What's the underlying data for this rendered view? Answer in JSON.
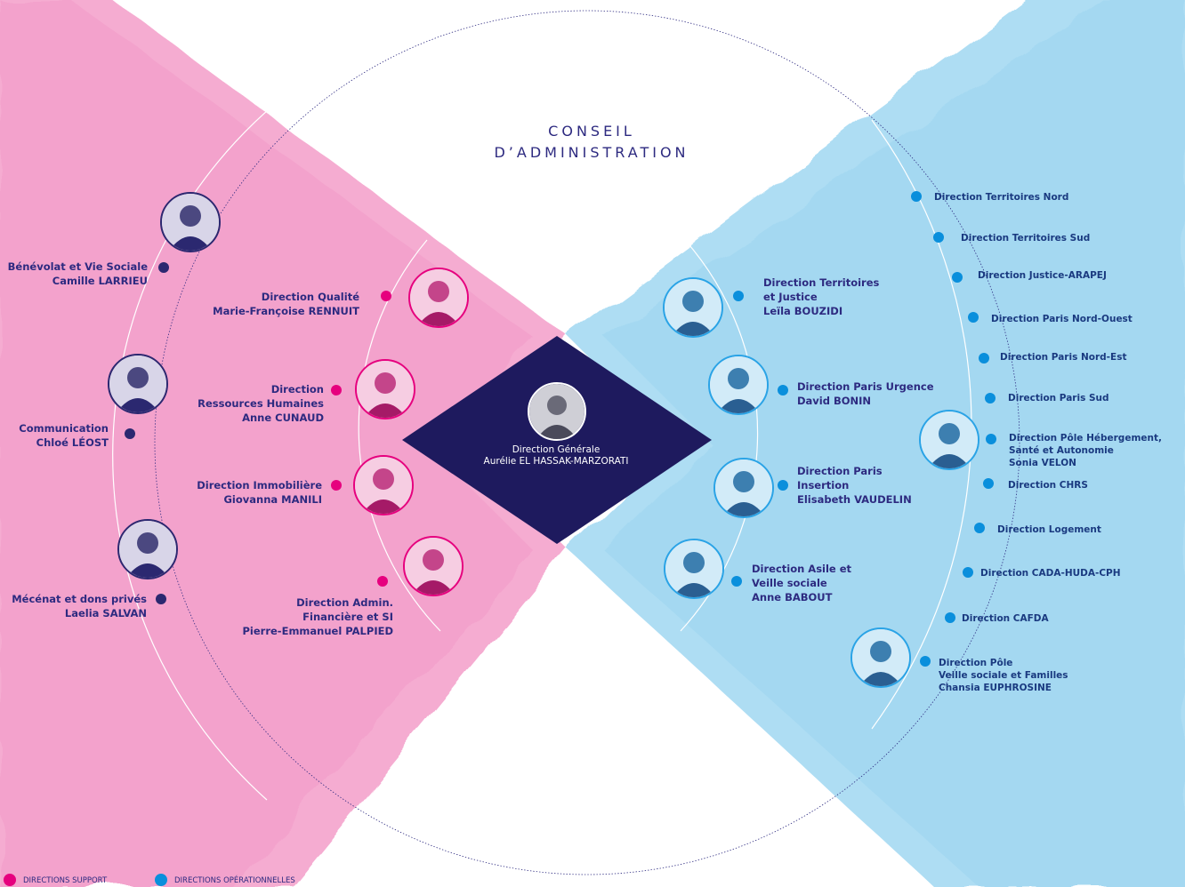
{
  "title": "CONSEIL\nD'ADMINISTRATION",
  "title_lines": [
    "CONSEIL",
    "D’ADMINISTRATION"
  ],
  "colors": {
    "support": "#e6007e",
    "operational": "#0a8fdc",
    "navy": "#2b2870",
    "pink_band": "#f5a3cd",
    "blue_band": "#a9dcf3"
  },
  "center": {
    "role": "Direction Générale",
    "name": "Aurélie EL HASSAK-MARZORATI"
  },
  "outer_left": [
    {
      "role": "Bénévolat et Vie Sociale",
      "name": "Camille LARRIEU"
    },
    {
      "role": "Communication",
      "name": "Chloé LÉOST"
    },
    {
      "role": "Mécénat et dons privés",
      "name": "Laelia SALVAN"
    }
  ],
  "support": [
    {
      "lines": [
        "Direction Qualité",
        "Marie-Françoise RENNUIT"
      ]
    },
    {
      "lines": [
        "Direction",
        "Ressources Humaines",
        "Anne CUNAUD"
      ]
    },
    {
      "lines": [
        "Direction Immobilière",
        "Giovanna MANILI"
      ]
    },
    {
      "lines": [
        "Direction Admin.",
        "Financière et SI",
        "Pierre-Emmanuel PALPIED"
      ]
    }
  ],
  "operational_inner": [
    {
      "lines": [
        "Direction Territoires",
        "et Justice",
        "Leïla BOUZIDI"
      ]
    },
    {
      "lines": [
        "Direction Paris Urgence",
        "David BONIN"
      ]
    },
    {
      "lines": [
        "Direction Paris",
        "Insertion",
        "Elisabeth VAUDELIN"
      ]
    },
    {
      "lines": [
        "Direction Asile et",
        "Veille sociale",
        "Anne BABOUT"
      ]
    }
  ],
  "operational_outer": [
    {
      "lines": [
        "Direction Territoires Nord"
      ]
    },
    {
      "lines": [
        "Direction Territoires Sud"
      ]
    },
    {
      "lines": [
        "Direction Justice-ARAPEJ"
      ]
    },
    {
      "lines": [
        "Direction Paris Nord-Ouest"
      ]
    },
    {
      "lines": [
        "Direction Paris Nord-Est"
      ]
    },
    {
      "lines": [
        "Direction Paris Sud"
      ]
    },
    {
      "lines": [
        "Direction Pôle Hébergement,",
        "Santé et Autonomie",
        "Sonia VELON"
      ]
    },
    {
      "lines": [
        "Direction CHRS"
      ]
    },
    {
      "lines": [
        "Direction Logement"
      ]
    },
    {
      "lines": [
        "Direction CADA-HUDA-CPH"
      ]
    },
    {
      "lines": [
        "Direction CAFDA"
      ]
    },
    {
      "lines": [
        "Direction Pôle",
        "Veille sociale et Familles",
        "Chansia EUPHROSINE"
      ]
    }
  ],
  "legend": [
    {
      "label": "DIRECTIONS SUPPORT",
      "color": "#e6007e"
    },
    {
      "label": "DIRECTIONS OPÉRATIONNELLES",
      "color": "#0a8fdc"
    }
  ]
}
